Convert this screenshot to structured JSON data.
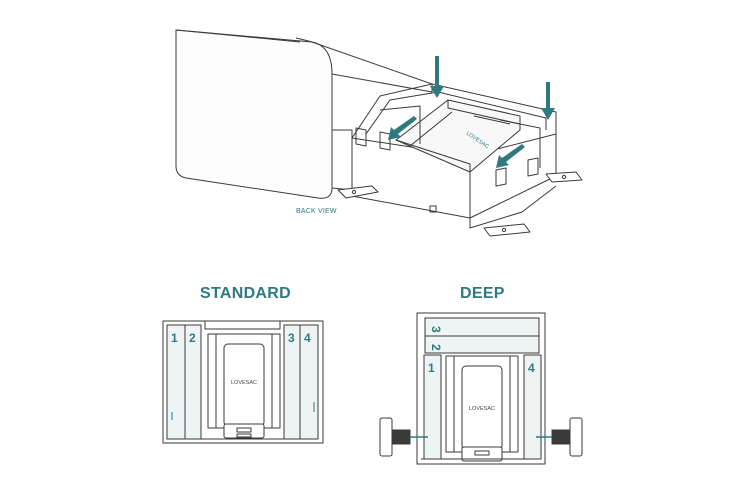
{
  "back_view_label": "BACK VIEW",
  "standard": {
    "title": "STANDARD",
    "brand": "LOVESAC",
    "slots": [
      "1",
      "2",
      "3",
      "4"
    ]
  },
  "deep": {
    "title": "DEEP",
    "brand": "LOVESAC",
    "slots": [
      "1",
      "2",
      "3",
      "4"
    ]
  },
  "top_view_brand": "LOVESAC",
  "colors": {
    "accent": "#2e7a80",
    "line": "#444444",
    "panel": "#eef4f3"
  }
}
